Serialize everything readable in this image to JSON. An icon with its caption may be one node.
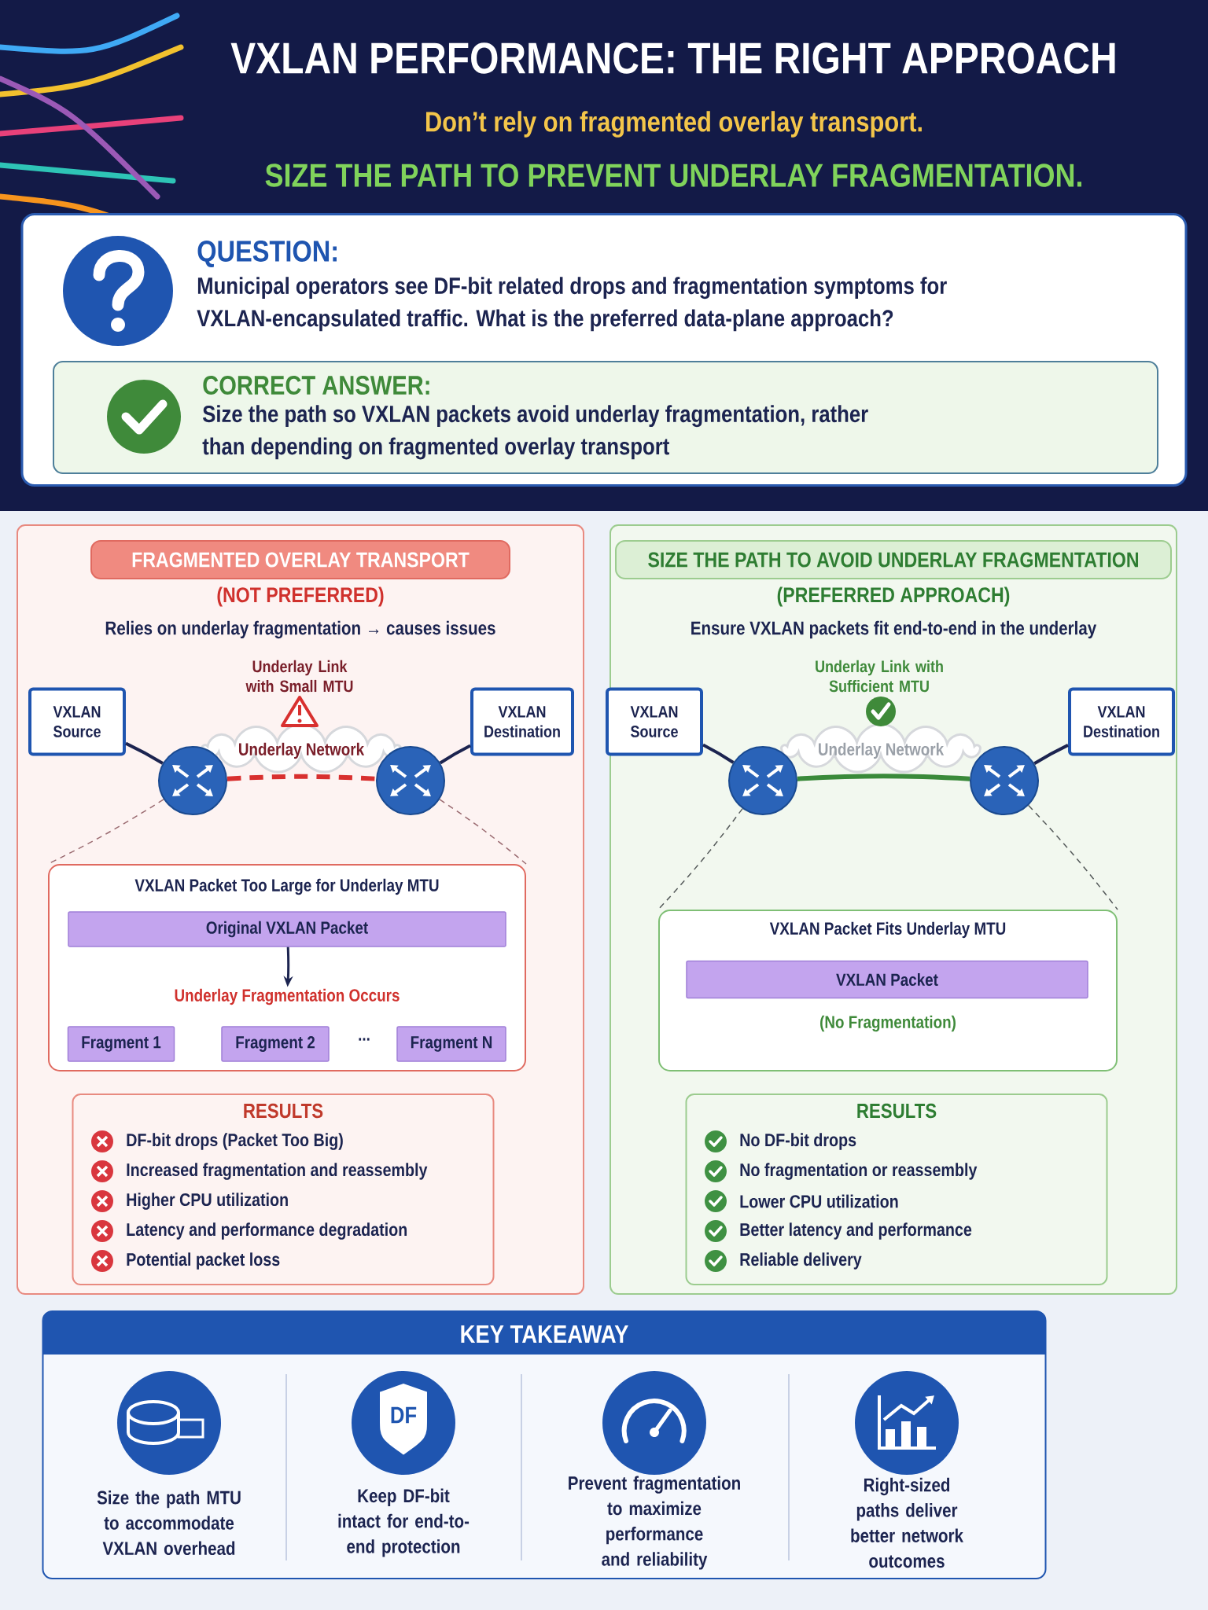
{
  "diagram": {
    "title": "VXLAN PERFORMANCE: THE RIGHT APPROACH",
    "nodes": [
      {
        "text": [
          "QUESTION:",
          "Municipal operators see DF-bit related drops and fragmentation symptoms for VXLAN-encapsulated traffic. What is the preferred data-plane approach?"
        ]
      },
      {
        "text": [
          "CORRECT ANSWER:",
          "Size the path so VXLAN packets avoid underlay fragmentation, rather than depending on fragmented overlay transport"
        ],
        "in": 0
      },
      {
        "text": [
          "FRAGMENTED OVERLAY TRANSPORT",
          "(NOT PREFERRED)",
          "Relies on underlay fragmentation → causes issues"
        ]
      },
      {
        "text": [
          "VXLAN Source"
        ],
        "in": 2
      },
      {
        "text": [
          "VXLAN Destination"
        ],
        "in": 2
      },
      {
        "text": [],
        "shape": "circle",
        "in": 2
      },
      {
        "text": [],
        "shape": "circle",
        "in": 2
      },
      {
        "text": [
          "Underlay Network"
        ],
        "beside": [
          "Underlay Link with Small MTU"
        ],
        "in": 2
      },
      {
        "text": [
          "VXLAN Packet Too Large for Underlay MTU"
        ],
        "in": 2
      },
      {
        "text": [
          "Original VXLAN Packet"
        ],
        "in": 8
      },
      {
        "text": [
          "Underlay Fragmentation Occurs"
        ],
        "in": 8
      },
      {
        "text": [
          "Fragment 1"
        ],
        "in": 8
      },
      {
        "text": [
          "Fragment 2"
        ],
        "in": 8
      },
      {
        "text": [
          "Fragment N"
        ],
        "in": 8
      },
      {
        "text": [
          "RESULTS",
          "DF-bit drops (Packet Too Big)",
          "Increased fragmentation and reassembly",
          "Higher CPU utilization",
          "Latency and performance degradation",
          "Potential packet loss"
        ],
        "in": 2
      },
      {
        "text": [
          "SIZE THE PATH TO AVOID UNDERLAY FRAGMENTATION",
          "(PREFERRED APPROACH)",
          "Ensure VXLAN packets fit end-to-end in the underlay"
        ]
      },
      {
        "text": [
          "VXLAN Source"
        ],
        "in": 15
      },
      {
        "text": [
          "VXLAN Destination"
        ],
        "in": 15
      },
      {
        "text": [],
        "shape": "circle",
        "in": 15
      },
      {
        "text": [],
        "shape": "circle",
        "in": 15
      },
      {
        "text": [
          "Underlay Network"
        ],
        "beside": [
          "Underlay Link with Sufficient MTU"
        ],
        "in": 15
      },
      {
        "text": [
          "VXLAN Packet Fits Underlay MTU",
          "(No Fragmentation)"
        ],
        "in": 15
      },
      {
        "text": [
          "VXLAN Packet"
        ],
        "in": 21
      },
      {
        "text": [
          "RESULTS",
          "No DF-bit drops",
          "No fragmentation or reassembly",
          "Lower CPU utilization",
          "Better latency and performance",
          "Reliable delivery"
        ],
        "in": 15
      },
      {
        "text": [
          "KEY TAKEAWAY"
        ]
      }
    ],
    "edges": [
      {
        "from": 3,
        "to": 5,
        "arrow": "none"
      },
      {
        "from": 5,
        "to": 6,
        "arrow": "none",
        "style": "dashed",
        "color": "#d8302f"
      },
      {
        "from": 6,
        "to": 4,
        "arrow": "none"
      },
      {
        "from": 5,
        "to": 8,
        "arrow": "none",
        "style": "dashed",
        "color": "#9a6a70"
      },
      {
        "from": 6,
        "to": 8,
        "arrow": "none",
        "style": "dashed",
        "color": "#9a6a70"
      },
      {
        "from": 9,
        "to": 10,
        "arrow": "to"
      },
      {
        "from": 16,
        "to": 18,
        "arrow": "none"
      },
      {
        "from": 18,
        "to": 19,
        "arrow": "none",
        "color": "#3a8a3a"
      },
      {
        "from": 19,
        "to": 17,
        "arrow": "none"
      },
      {
        "from": 18,
        "to": 21,
        "arrow": "none",
        "style": "dashed",
        "color": "#555a5a"
      },
      {
        "from": 19,
        "to": 21,
        "arrow": "none",
        "style": "dashed",
        "color": "#555a5a"
      }
    ],
    "labels": [
      "Don’t rely on fragmented overlay transport.",
      "SIZE THE PATH TO PREVENT UNDERLAY FRAGMENTATION.",
      "...",
      "DF",
      "Size the path MTU to accommodate VXLAN overhead",
      "Keep DF-bit intact for end-to-end protection",
      "Prevent fragmentation to maximize performance and reliability",
      "Right-sized paths deliver better network outcomes"
    ]
  }
}
